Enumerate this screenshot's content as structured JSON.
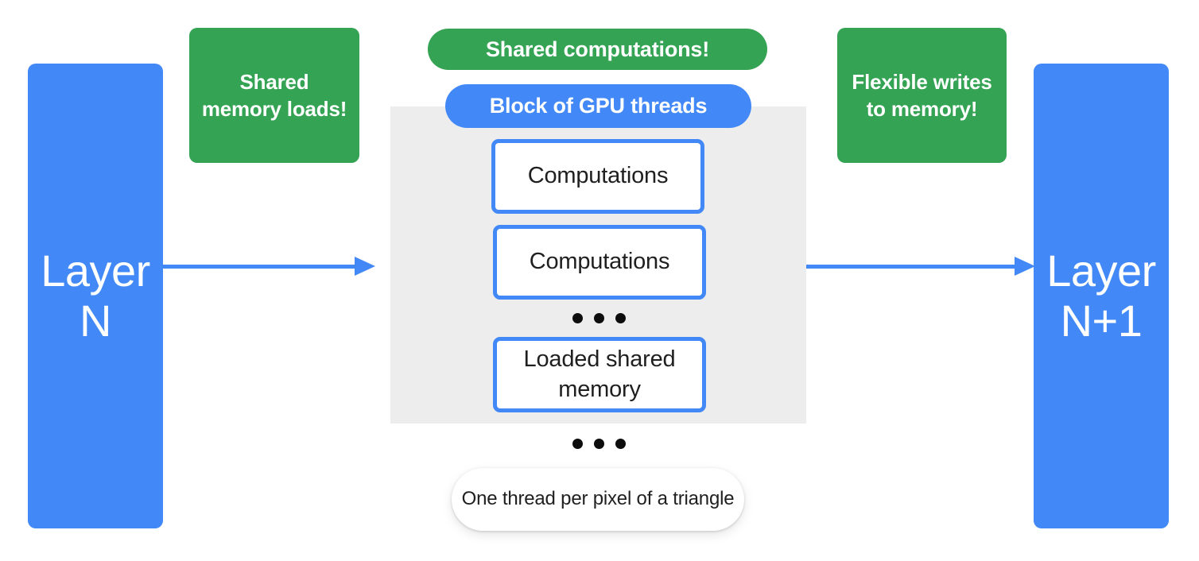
{
  "diagram": {
    "title": "GPU shared-memory block diagram",
    "colors": {
      "blue": "#4289F7",
      "green": "#34A353",
      "panel_gray": "#EDEDED",
      "text_dark": "#1f1f1f",
      "text_light": "#ffffff",
      "page_background": "#ffffff"
    }
  },
  "layers": {
    "input": {
      "label": "Layer\nN",
      "line1": "Layer",
      "line2": "N"
    },
    "output": {
      "label": "Layer\nN+1",
      "line1": "Layer",
      "line2": "N+1"
    }
  },
  "callouts": [
    {
      "id": "shared-memory-loads",
      "text": "Shared memory loads!",
      "color": "#34A353"
    },
    {
      "id": "flexible-writes",
      "text": "Flexible writes to memory!",
      "color": "#34A353"
    }
  ],
  "pills": {
    "shared_computations": {
      "text": "Shared computations!",
      "color": "#34A353"
    },
    "block_of_gpu_threads": {
      "text": "Block of GPU threads",
      "color": "#4289F7"
    }
  },
  "gpu_block": {
    "thread_boxes": [
      {
        "label": "Computations"
      },
      {
        "label": "Computations"
      },
      {
        "label": "Loaded shared memory"
      }
    ],
    "inner_ellipsis": "• • •"
  },
  "outer_ellipsis": "• • •",
  "thread_caption": {
    "text": "One thread per pixel of a triangle"
  },
  "arrows": [
    {
      "id": "layer-n-to-block",
      "direction": "right"
    },
    {
      "id": "block-to-layer-n1",
      "direction": "right"
    }
  ]
}
